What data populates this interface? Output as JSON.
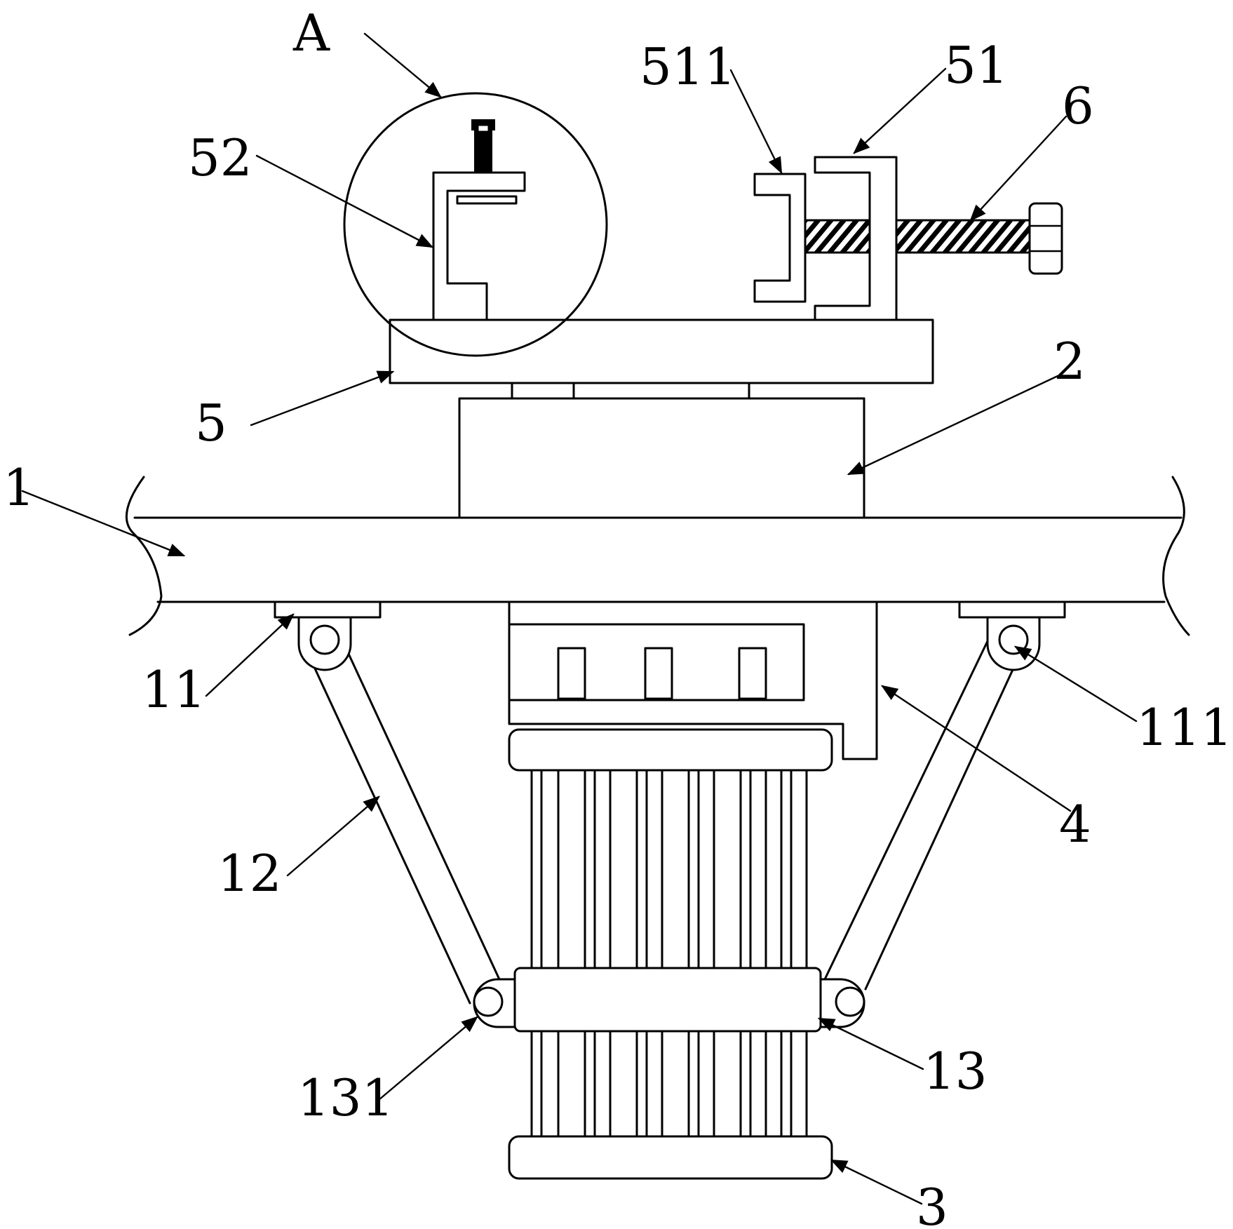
{
  "figure": {
    "labels": {
      "A": "A",
      "p52": "52",
      "p511": "511",
      "p51": "51",
      "p6": "6",
      "p5": "5",
      "p2": "2",
      "p1": "1",
      "p11": "11",
      "p111": "111",
      "p4": "4",
      "p12": "12",
      "p131": "131",
      "p13": "13",
      "p3": "3"
    },
    "stroke_color": "#000000",
    "background_color": "#ffffff"
  }
}
